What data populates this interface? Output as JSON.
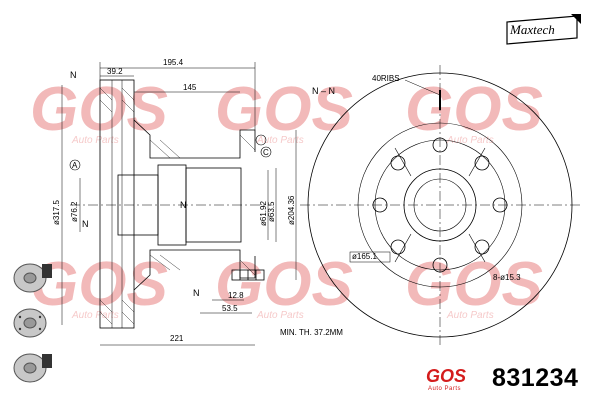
{
  "logo": {
    "text": "Maxtech"
  },
  "part_number": "831234",
  "brand": {
    "mark": "GOS",
    "sub": "Auto Parts"
  },
  "watermark": {
    "mark": "GOS",
    "sub": "Auto Parts"
  },
  "section_labels": {
    "n_left": "N",
    "n_right": "N",
    "section_title": "N – N"
  },
  "datum_labels": {
    "a": "A",
    "c": "C"
  },
  "dimensions": {
    "width_total": "195.4",
    "hub_offset": "39.2",
    "inner_145": "145",
    "overall_221": "221",
    "thickness_12_8": "12.8",
    "depth_53_5": "53.5",
    "dia_317_5": "ø317.5",
    "dia_76_2": "ø76.2",
    "dia_61_92": "ø61.92",
    "dia_63_5": "ø63.5",
    "dia_204_36": "ø204.36",
    "dia_165_1": "ø165.1",
    "ribs": "40RIBS",
    "bolt_holes": "8-ø15.3",
    "min_th": "MIN. TH. 37.2MM"
  },
  "icons": {
    "disc_plain": "disc-plain-icon",
    "disc_drilled": "disc-drilled-icon",
    "disc_coated": "disc-coated-icon"
  },
  "colors": {
    "watermark": "#f2b9b9",
    "brand": "#d41c1c",
    "line": "#000000"
  }
}
